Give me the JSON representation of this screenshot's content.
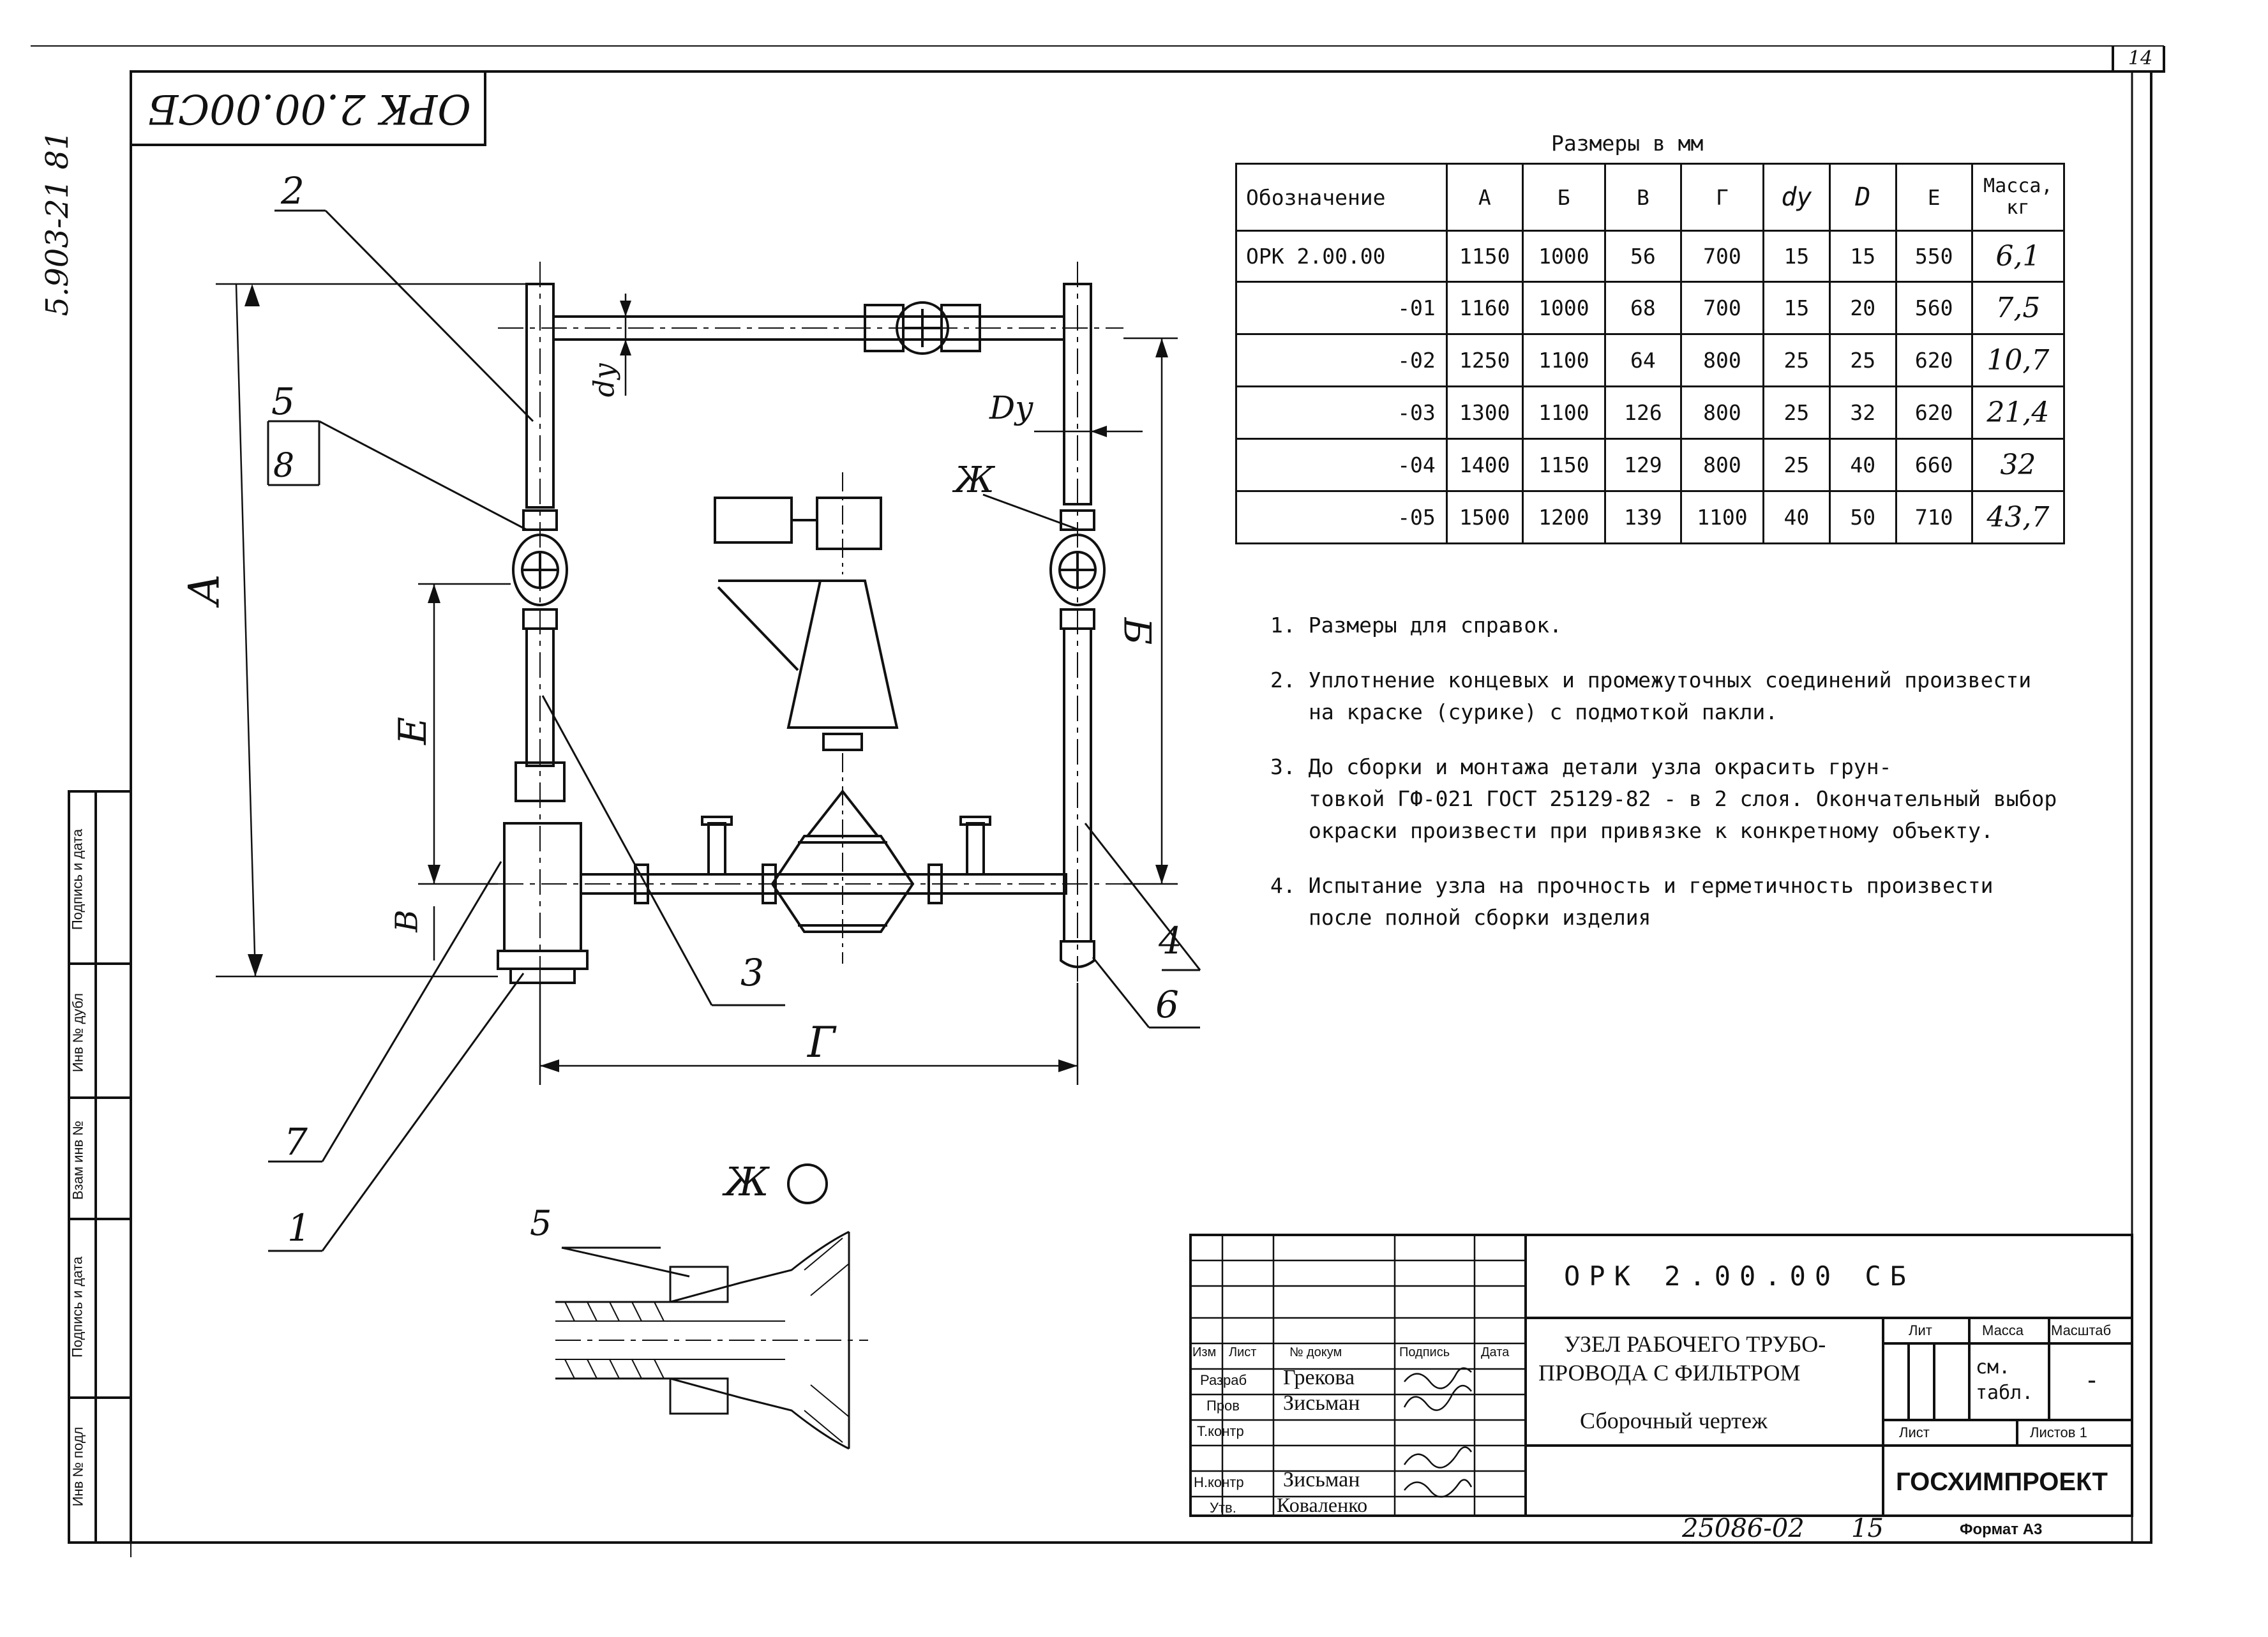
{
  "corner_code": "ОРК 2.00.00СБ",
  "side_code": "5.903-21 81",
  "page_corner": "14",
  "table": {
    "caption": "Размеры в мм",
    "headers": [
      "Обозначение",
      "А",
      "Б",
      "В",
      "Г",
      "dу",
      "D",
      "Е",
      "Масса, кг"
    ],
    "rows": [
      [
        "ОРК 2.00.00",
        "1150",
        "1000",
        "56",
        "700",
        "15",
        "15",
        "550",
        "6,1"
      ],
      [
        "-01",
        "1160",
        "1000",
        "68",
        "700",
        "15",
        "20",
        "560",
        "7,5"
      ],
      [
        "-02",
        "1250",
        "1100",
        "64",
        "800",
        "25",
        "25",
        "620",
        "10,7"
      ],
      [
        "-03",
        "1300",
        "1100",
        "126",
        "800",
        "25",
        "32",
        "620",
        "21,4"
      ],
      [
        "-04",
        "1400",
        "1150",
        "129",
        "800",
        "25",
        "40",
        "660",
        "32"
      ],
      [
        "-05",
        "1500",
        "1200",
        "139",
        "1100",
        "40",
        "50",
        "710",
        "43,7"
      ]
    ]
  },
  "notes": [
    "1. Размеры для справок.",
    "2. Уплотнение концевых и промежуточных соединений произвести",
    "на краске (сурике) с подмоткой пакли.",
    "3. До сборки и монтажа детали узла окрасить грун-",
    "товкой ГФ-021 ГОСТ 25129-82 - в 2 слоя. Окончательный выбор",
    "окраски произвести при привязке к конкретному объекту.",
    "4. Испытание узла на прочность и герметичность произвести",
    "после полной сборки изделия"
  ],
  "callouts": [
    "1",
    "2",
    "3",
    "4",
    "5",
    "6",
    "7",
    "8"
  ],
  "dims": {
    "A": "А",
    "B": "Б",
    "V": "В",
    "G": "Г",
    "E": "Е",
    "dy": "dу",
    "Dy": "Dу",
    "zh": "Ж"
  },
  "detail": {
    "title": "Ж",
    "callout": "5"
  },
  "side_stamp": [
    "Инв № подл",
    "Подпись и дата",
    "Взам инв №",
    "Инв № дубл",
    "Подпись и дата"
  ],
  "title_block": {
    "code": "ОРК 2.00.00 СБ",
    "name_line1": "УЗЕЛ РАБОЧЕГО ТРУБО-",
    "name_line2": "ПРОВОДА С ФИЛЬТРОМ",
    "doc_type": "Сборочный чертеж",
    "col_headers": [
      "Изм",
      "Лист",
      "№ докум",
      "Подпись",
      "Дата"
    ],
    "roles": [
      "Разраб",
      "Пров",
      "Т.контр",
      "",
      "Н.контр",
      "Утв."
    ],
    "names": [
      "Грекова",
      "Зисьман",
      "",
      "",
      "Зисьман",
      "Коваленко"
    ],
    "lit_label": "Лит",
    "mass_label": "Масса",
    "scale_label": "Масштаб",
    "mass_value_1": "см.",
    "mass_value_2": "табл.",
    "scale_value": "-",
    "sheet_label": "Лист",
    "sheets_label": "Листов 1",
    "org": "ГОСХИМПРОЕКТ"
  },
  "footer": {
    "doc_number": "25086-02",
    "page": "15",
    "format": "Формат А3"
  }
}
